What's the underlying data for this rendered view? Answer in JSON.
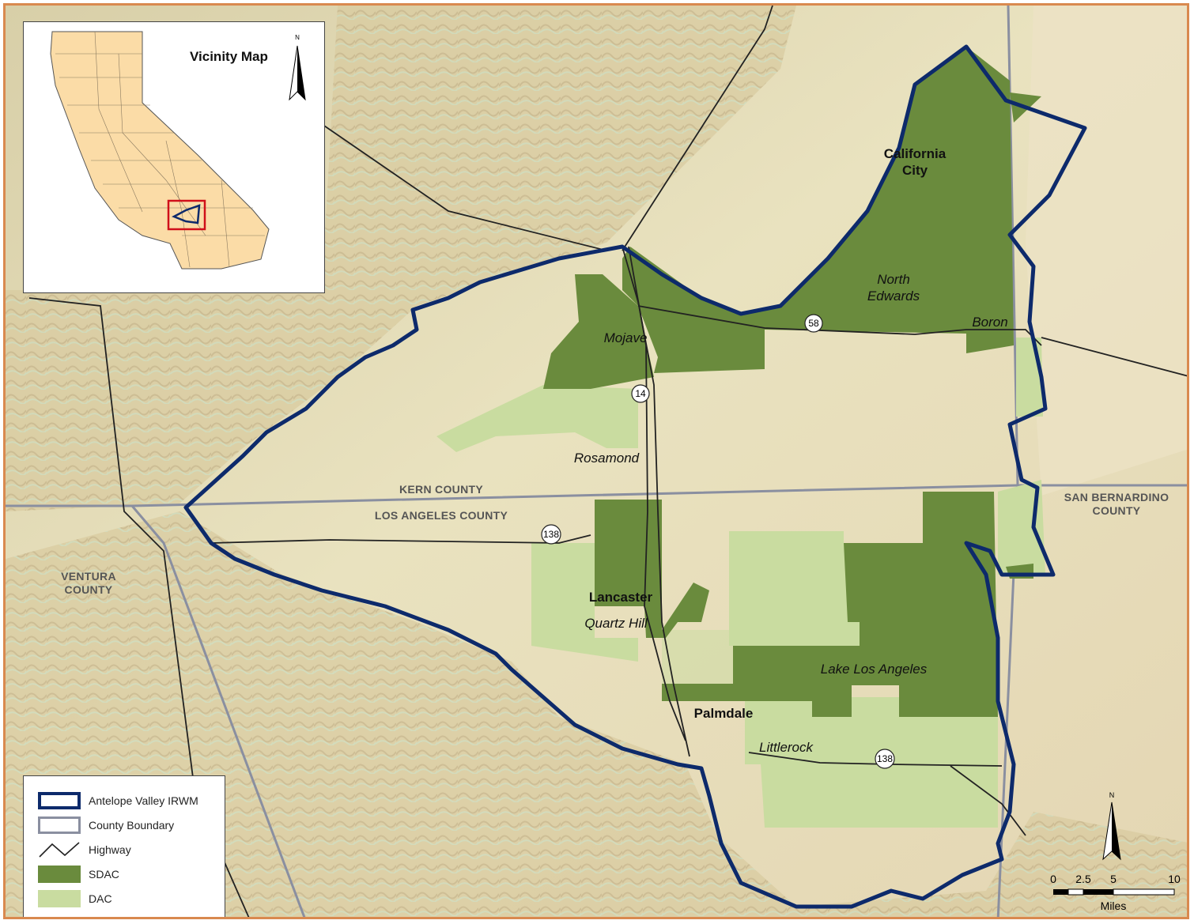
{
  "inset": {
    "title": "Vicinity Map",
    "north_label": "N"
  },
  "map": {
    "cities_bold": [
      "California City",
      "Lancaster",
      "Palmdale"
    ],
    "cities_italic": [
      "North Edwards",
      "Boron",
      "Mojave",
      "Rosamond",
      "Quartz Hill",
      "Lake Los Angeles",
      "Littlerock"
    ],
    "counties": [
      "KERN COUNTY",
      "LOS ANGELES COUNTY",
      "SAN BERNARDINO COUNTY",
      "VENTURA COUNTY"
    ],
    "highway_shields": [
      "58",
      "14",
      "138",
      "138"
    ],
    "colors": {
      "irwm_boundary": "#0d2a6b",
      "sdac": "#6a8b3d",
      "dac": "#c9dca0",
      "county_line": "#8a8fa0",
      "highway": "#222222",
      "frame": "#d9894f"
    }
  },
  "legend": {
    "items": [
      {
        "label": "Antelope Valley IRWM",
        "symbol": "irwm-boundary"
      },
      {
        "label": "County Boundary",
        "symbol": "county-boundary"
      },
      {
        "label": "Highway",
        "symbol": "highway-line"
      },
      {
        "label": "SDAC",
        "symbol": "sdac-fill"
      },
      {
        "label": "DAC",
        "symbol": "dac-fill"
      }
    ]
  },
  "scale_bar": {
    "ticks": [
      "0",
      "2.5",
      "5",
      "10"
    ],
    "unit": "Miles",
    "north_label": "N"
  }
}
